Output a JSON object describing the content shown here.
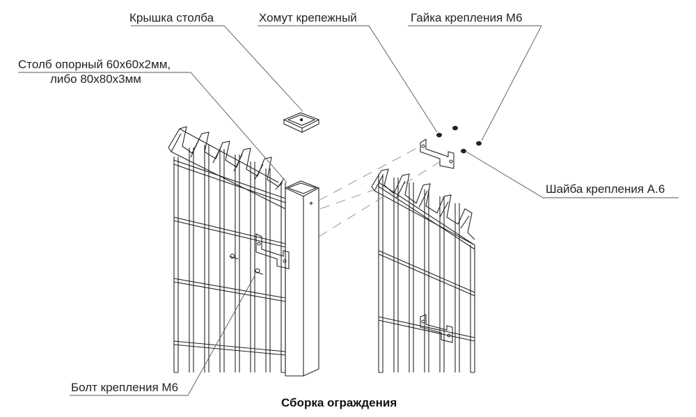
{
  "labels": {
    "cap": "Крышка столба",
    "clamp": "Хомут крепежный",
    "nut": "Гайка крепления М6",
    "post_line1": "Столб опорный 60х60х2мм,",
    "post_line2": "либо 80х80х3мм",
    "washer": "Шайба крепления А.6",
    "bolt": "Болт крепления М6"
  },
  "caption": "Сборка ограждения"
}
